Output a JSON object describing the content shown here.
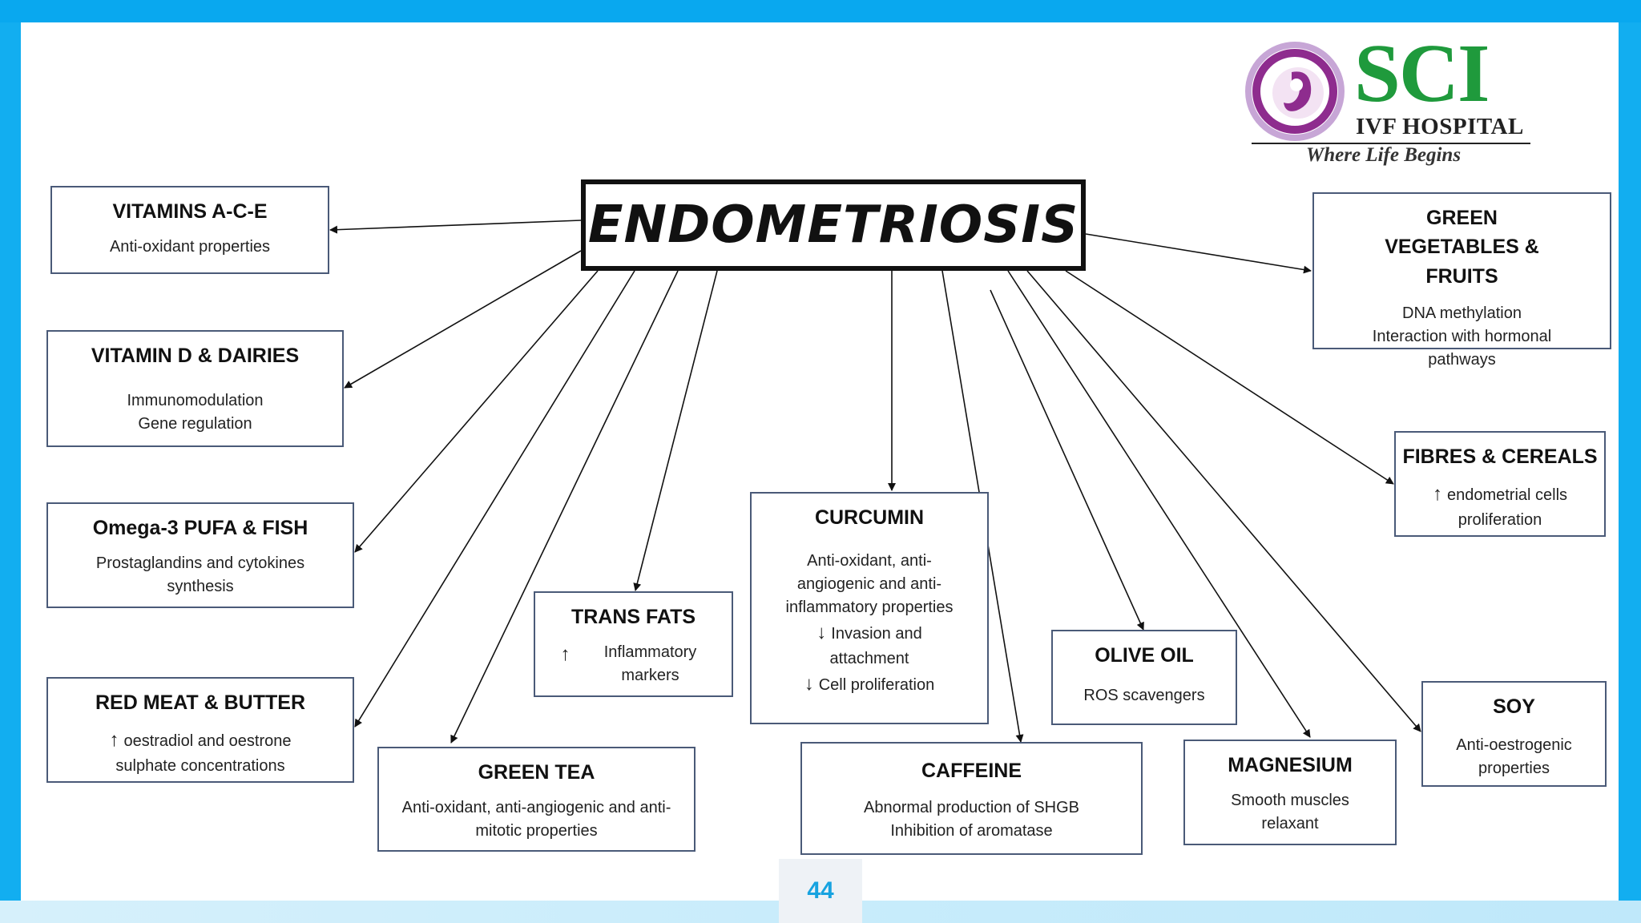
{
  "title": "ENDOMETRIOSIS",
  "logo": {
    "name": "SCI",
    "subtitle": "IVF HOSPITAL",
    "tagline": "Where Life Begins"
  },
  "page_number": "44",
  "colors": {
    "frame": "#12aef0",
    "logo_green": "#1f9a3c",
    "logo_purple": "#8e2c8e",
    "page_number": "#17a3e0"
  },
  "nodes": {
    "vitamins_ace": {
      "title": "VITAMINS A-C-E",
      "lines": [
        "Anti-oxidant properties"
      ]
    },
    "vitamin_d": {
      "title": "VITAMIN D & DAIRIES",
      "lines": [
        "Immunomodulation",
        "Gene regulation"
      ]
    },
    "omega3": {
      "title": "Omega-3 PUFA & FISH",
      "lines": [
        "Prostaglandins and cytokines synthesis"
      ]
    },
    "red_meat": {
      "title": "RED MEAT & BUTTER",
      "lines": [
        "oestradiol and oestrone sulphate concentrations"
      ]
    },
    "green_tea": {
      "title": "GREEN TEA",
      "lines": [
        "Anti-oxidant, anti-angiogenic and anti-mitotic properties"
      ]
    },
    "trans_fats": {
      "title": "TRANS FATS",
      "lines": [
        "Inflammatory markers"
      ]
    },
    "curcumin": {
      "title": "CURCUMIN",
      "lines": [
        "Anti-oxidant, anti-angiogenic and anti-inflammatory properties",
        "Invasion and attachment",
        "Cell proliferation"
      ]
    },
    "caffeine": {
      "title": "CAFFEINE",
      "lines": [
        "Abnormal production of SHGB",
        "Inhibition of aromatase"
      ]
    },
    "olive_oil": {
      "title": "OLIVE OIL",
      "lines": [
        "ROS scavengers"
      ]
    },
    "magnesium": {
      "title": "MAGNESIUM",
      "lines": [
        "Smooth muscles relaxant"
      ]
    },
    "soy": {
      "title": "SOY",
      "lines": [
        "Anti-oestrogenic properties"
      ]
    },
    "fibres": {
      "title": "FIBRES & CEREALS",
      "lines": [
        "endometrial cells proliferation"
      ]
    },
    "green_veg": {
      "title": "GREEN VEGETABLES & FRUITS",
      "lines": [
        "DNA methylation",
        "Interaction with hormonal pathways"
      ]
    }
  }
}
